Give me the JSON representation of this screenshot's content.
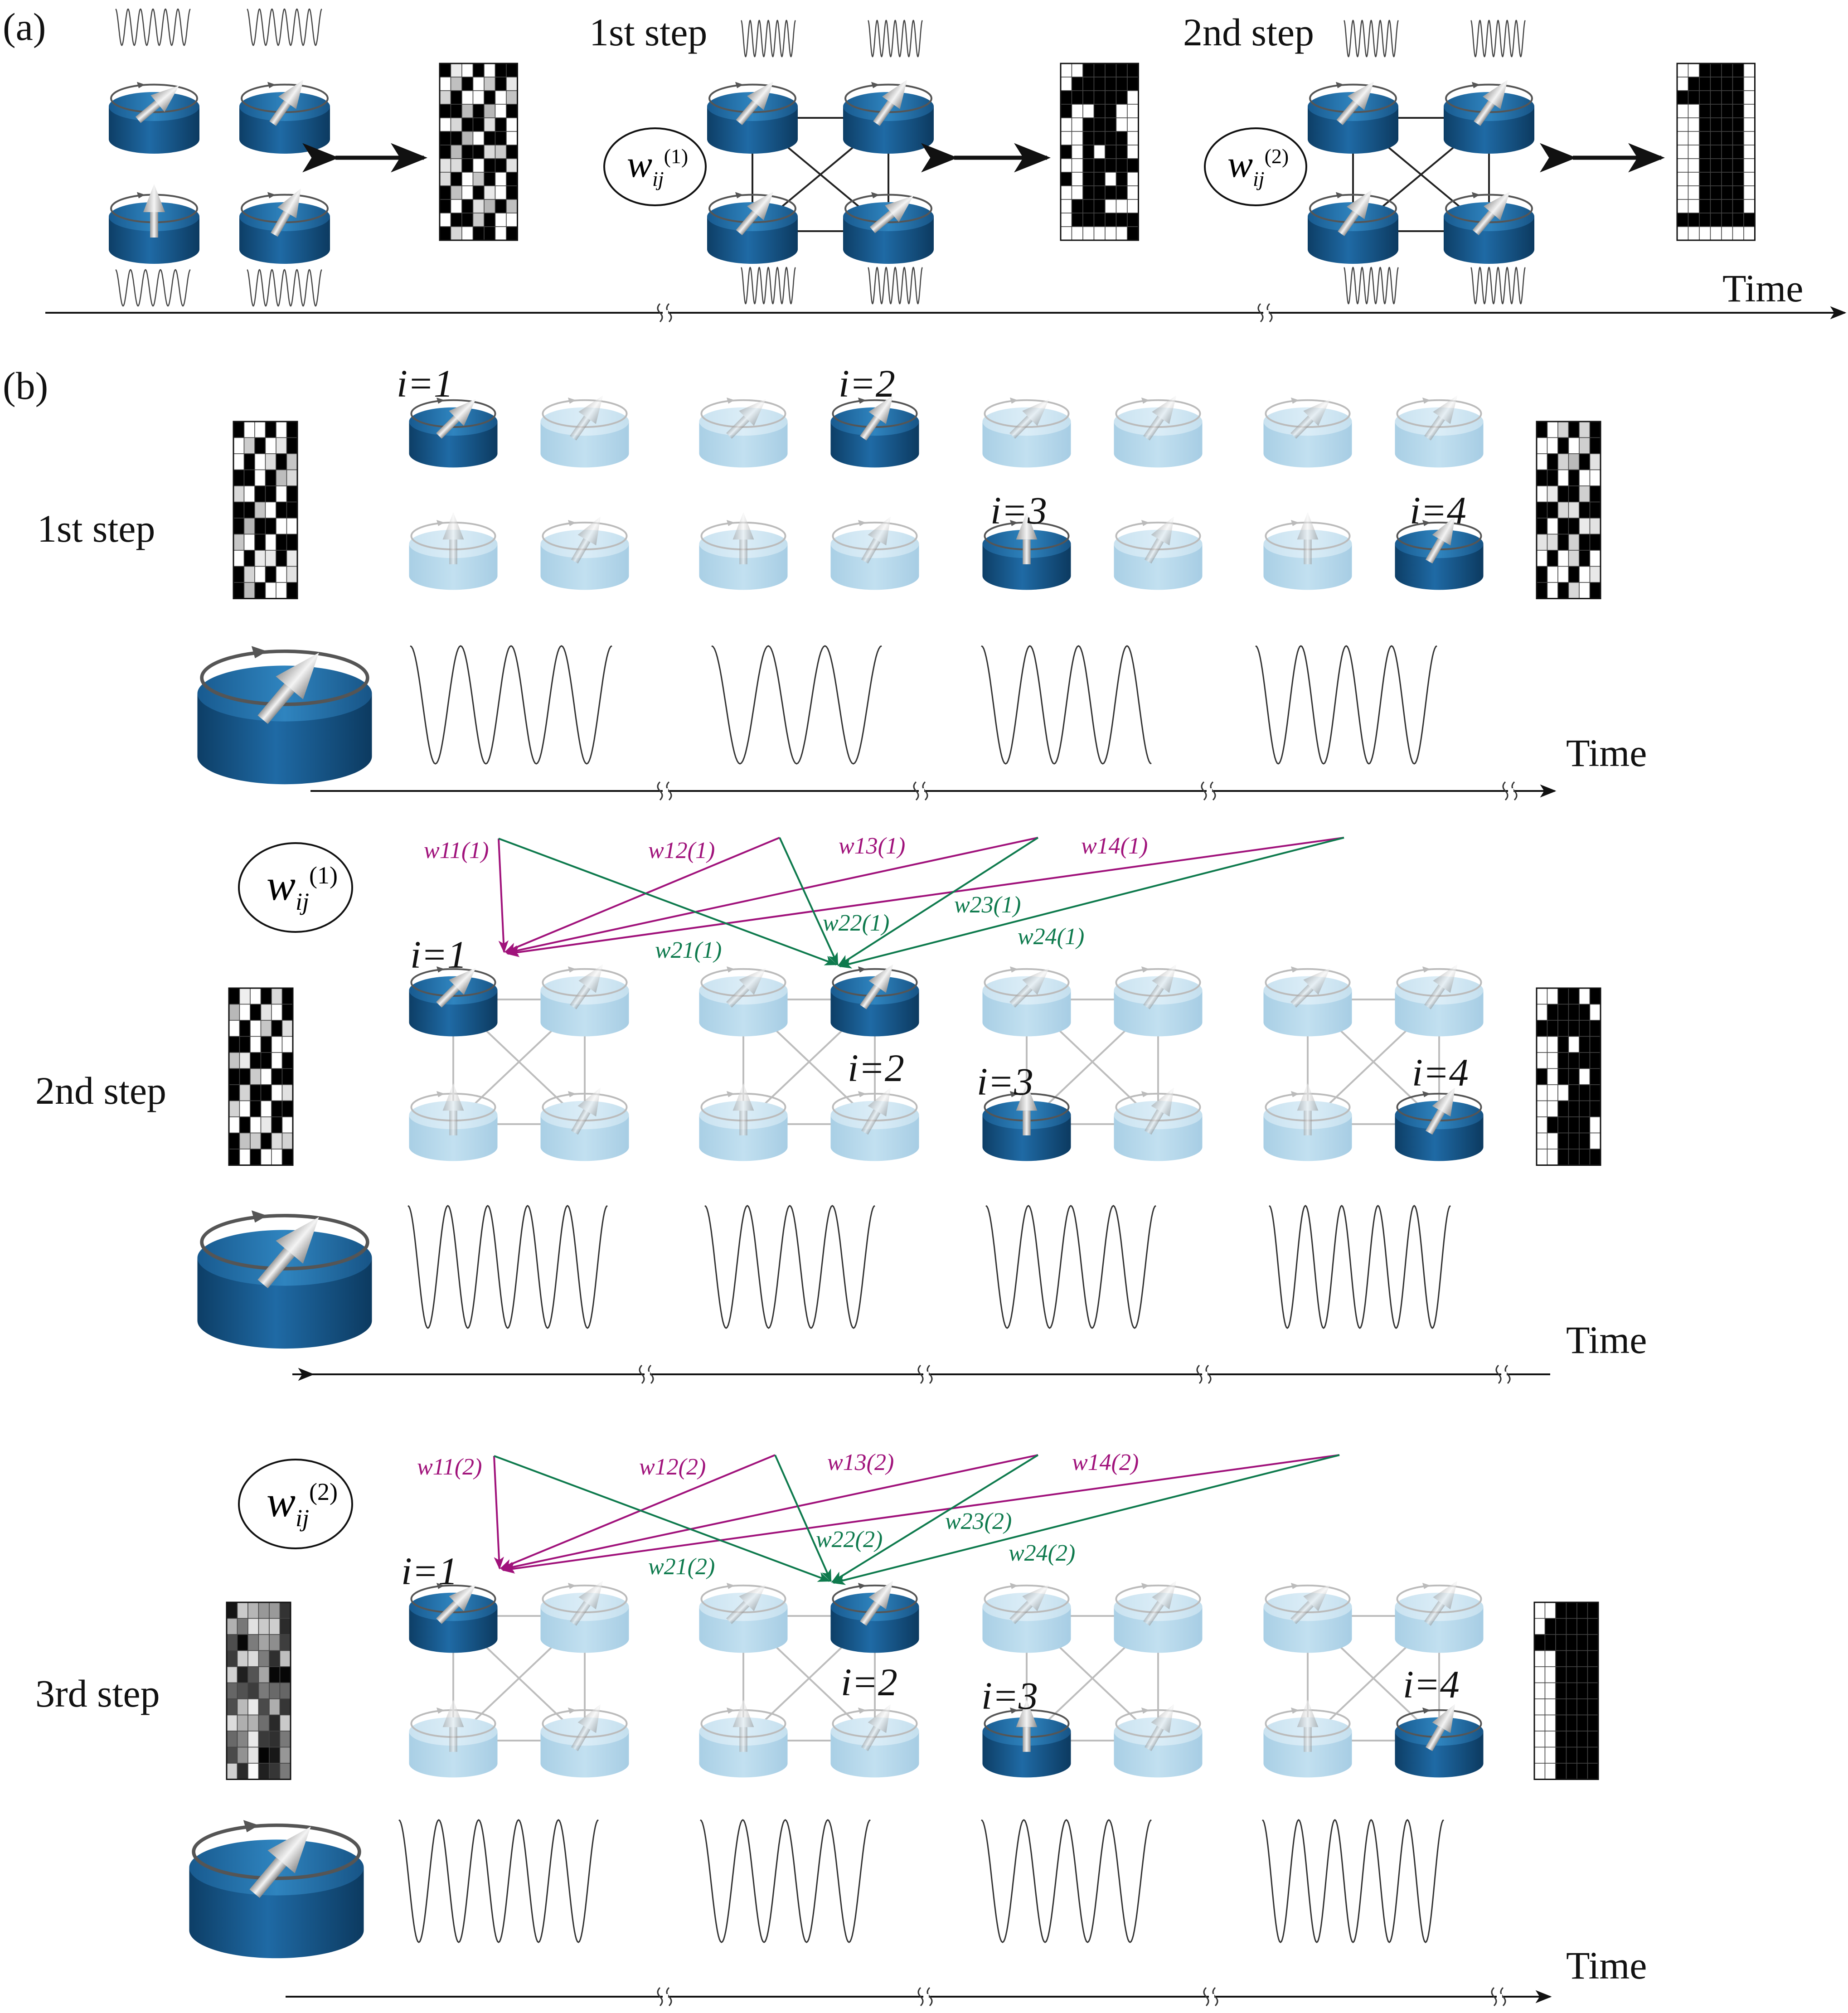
{
  "panel_a": {
    "label": "(a)",
    "step1_label": "1st step",
    "step2_label": "2nd step",
    "weights1": {
      "w": "w",
      "sub": "ij",
      "sup": "(1)"
    },
    "weights2": {
      "w": "w",
      "sub": "ij",
      "sup": "(2)"
    },
    "time_label": "Time"
  },
  "panel_b": {
    "label": "(b)",
    "steps": [
      "1st step",
      "2nd step",
      "3rd step"
    ],
    "index_labels": [
      "i=1",
      "i=2",
      "i=3",
      "i=4"
    ],
    "time_label": "Time",
    "weight_matrix_1": {
      "w": "w",
      "sub": "ij",
      "sup": "(1)"
    },
    "weight_matrix_2": {
      "w": "w",
      "sub": "ij",
      "sup": "(2)"
    },
    "weights_step2_magenta": [
      "w11(1)",
      "w12(1)",
      "w13(1)",
      "w14(1)"
    ],
    "weights_step2_green": [
      "w21(1)",
      "w22(1)",
      "w23(1)",
      "w24(1)"
    ],
    "weights_step3_magenta": [
      "w11(2)",
      "w12(2)",
      "w13(2)",
      "w14(2)"
    ],
    "weights_step3_green": [
      "w21(2)",
      "w22(2)",
      "w23(2)",
      "w24(2)"
    ]
  },
  "colors": {
    "oscillator_dark": "#1f6aa5",
    "oscillator_light": "#bcdced",
    "magenta": "#a0127b",
    "green": "#0e7a4d"
  },
  "icons": [
    "spin-oscillator-icon",
    "double-arrow-icon",
    "pixel-pattern-icon",
    "waveform-icon",
    "axis-break-icon"
  ]
}
